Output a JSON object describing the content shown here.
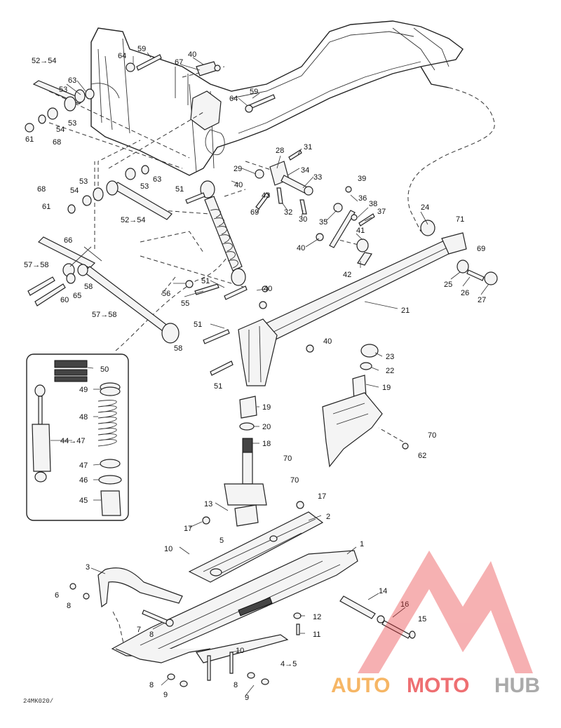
{
  "labels": [
    {
      "id": "52-54-a",
      "text": "52→54"
    },
    {
      "id": "64-a",
      "text": "64"
    },
    {
      "id": "59-a",
      "text": "59"
    },
    {
      "id": "40-a",
      "text": "40"
    },
    {
      "id": "67",
      "text": "67"
    },
    {
      "id": "63-a",
      "text": "63"
    },
    {
      "id": "53-a",
      "text": "53"
    },
    {
      "id": "53-b",
      "text": "53"
    },
    {
      "id": "54-a",
      "text": "54"
    },
    {
      "id": "61-a",
      "text": "61"
    },
    {
      "id": "68-a",
      "text": "68"
    },
    {
      "id": "64-b",
      "text": "64"
    },
    {
      "id": "59-b",
      "text": "59"
    },
    {
      "id": "28",
      "text": "28"
    },
    {
      "id": "31",
      "text": "31"
    },
    {
      "id": "29",
      "text": "29"
    },
    {
      "id": "34",
      "text": "34"
    },
    {
      "id": "33",
      "text": "33"
    },
    {
      "id": "39",
      "text": "39"
    },
    {
      "id": "53-c",
      "text": "53"
    },
    {
      "id": "63-b",
      "text": "63"
    },
    {
      "id": "53-d",
      "text": "53"
    },
    {
      "id": "68-b",
      "text": "68"
    },
    {
      "id": "54-b",
      "text": "54"
    },
    {
      "id": "51-a",
      "text": "51"
    },
    {
      "id": "40-b",
      "text": "40"
    },
    {
      "id": "43",
      "text": "43"
    },
    {
      "id": "36",
      "text": "36"
    },
    {
      "id": "38",
      "text": "38"
    },
    {
      "id": "37",
      "text": "37"
    },
    {
      "id": "61-b",
      "text": "61"
    },
    {
      "id": "69-a",
      "text": "69"
    },
    {
      "id": "32",
      "text": "32"
    },
    {
      "id": "30",
      "text": "30"
    },
    {
      "id": "35",
      "text": "35"
    },
    {
      "id": "24",
      "text": "24"
    },
    {
      "id": "71",
      "text": "71"
    },
    {
      "id": "52-54-b",
      "text": "52→54"
    },
    {
      "id": "41",
      "text": "41"
    },
    {
      "id": "66",
      "text": "66"
    },
    {
      "id": "40-c",
      "text": "40"
    },
    {
      "id": "69-b",
      "text": "69"
    },
    {
      "id": "57-58-a",
      "text": "57→58"
    },
    {
      "id": "42",
      "text": "42"
    },
    {
      "id": "58-a",
      "text": "58"
    },
    {
      "id": "51-b",
      "text": "51"
    },
    {
      "id": "40-d",
      "text": "40"
    },
    {
      "id": "25",
      "text": "25"
    },
    {
      "id": "26",
      "text": "26"
    },
    {
      "id": "27",
      "text": "27"
    },
    {
      "id": "56",
      "text": "56"
    },
    {
      "id": "60",
      "text": "60"
    },
    {
      "id": "65",
      "text": "65"
    },
    {
      "id": "55",
      "text": "55"
    },
    {
      "id": "21",
      "text": "21"
    },
    {
      "id": "57-58-b",
      "text": "57→58"
    },
    {
      "id": "51-c",
      "text": "51"
    },
    {
      "id": "58-b",
      "text": "58"
    },
    {
      "id": "40-e",
      "text": "40"
    },
    {
      "id": "50",
      "text": "50"
    },
    {
      "id": "23",
      "text": "23"
    },
    {
      "id": "22",
      "text": "22"
    },
    {
      "id": "51-d",
      "text": "51"
    },
    {
      "id": "49",
      "text": "49"
    },
    {
      "id": "19-a",
      "text": "19"
    },
    {
      "id": "19-b",
      "text": "19"
    },
    {
      "id": "48",
      "text": "48"
    },
    {
      "id": "20",
      "text": "20"
    },
    {
      "id": "44-47",
      "text": "44→47"
    },
    {
      "id": "70-a",
      "text": "70"
    },
    {
      "id": "18",
      "text": "18"
    },
    {
      "id": "62",
      "text": "62"
    },
    {
      "id": "70-b",
      "text": "70"
    },
    {
      "id": "47",
      "text": "47"
    },
    {
      "id": "46",
      "text": "46"
    },
    {
      "id": "70-c",
      "text": "70"
    },
    {
      "id": "45",
      "text": "45"
    },
    {
      "id": "17-a",
      "text": "17"
    },
    {
      "id": "13",
      "text": "13"
    },
    {
      "id": "2",
      "text": "2"
    },
    {
      "id": "17-b",
      "text": "17"
    },
    {
      "id": "5",
      "text": "5"
    },
    {
      "id": "10-a",
      "text": "10"
    },
    {
      "id": "1",
      "text": "1"
    },
    {
      "id": "3",
      "text": "3"
    },
    {
      "id": "14",
      "text": "14"
    },
    {
      "id": "6",
      "text": "6"
    },
    {
      "id": "8-a",
      "text": "8"
    },
    {
      "id": "16",
      "text": "16"
    },
    {
      "id": "12",
      "text": "12"
    },
    {
      "id": "7",
      "text": "7"
    },
    {
      "id": "15",
      "text": "15"
    },
    {
      "id": "8-b",
      "text": "8"
    },
    {
      "id": "11",
      "text": "11"
    },
    {
      "id": "10-b",
      "text": "10"
    },
    {
      "id": "4-5",
      "text": "4→5"
    },
    {
      "id": "8-c",
      "text": "8"
    },
    {
      "id": "8-d",
      "text": "8"
    },
    {
      "id": "9-a",
      "text": "9"
    },
    {
      "id": "9-b",
      "text": "9"
    }
  ],
  "doc_code": "24MK020/",
  "watermark": {
    "auto": "AUTO",
    "moto": "MOTO",
    "hub": "HUB",
    "accent": "#e8393c",
    "orange": "#f39a2a",
    "gray": "#8a8a8a"
  }
}
